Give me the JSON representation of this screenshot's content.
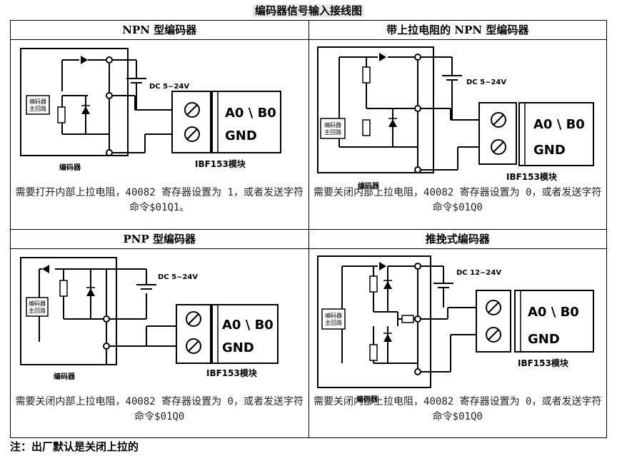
{
  "doc_title": "编码器信号输入接线图",
  "panels": [
    {
      "header": "NPN 型编码器",
      "supply": "DC 5~24V",
      "module_label": "IBF153模块",
      "encoder_label": "编码器",
      "circuit_label": "编码器主回路",
      "terminal_top": "A0 \\ B0",
      "terminal_bottom": "GND",
      "caption": "需要打开内部上拉电阻，40082 寄存器设置为 1，或者发送字符命令$01Q1。"
    },
    {
      "header": "带上拉电阻的 NPN 型编码器",
      "supply": "DC 5~24V",
      "module_label": "IBF153模块",
      "encoder_label": "编码器",
      "circuit_label": "编码器主回路",
      "terminal_top": "A0 \\ B0",
      "terminal_bottom": "GND",
      "caption": "需要关闭内部上拉电阻，40082 寄存器设置为 0，或者发送字符命令$01Q0"
    },
    {
      "header": "PNP 型编码器",
      "supply": "DC 5~24V",
      "module_label": "IBF153模块",
      "encoder_label": "编码器",
      "circuit_label": "编码器主回路",
      "terminal_top": "A0 \\ B0",
      "terminal_bottom": "GND",
      "caption": "需要关闭内部上拉电阻，40082 寄存器设置为 0，或者发送字符命令$01Q0"
    },
    {
      "header": "推挽式编码器",
      "supply": "DC 12~24V",
      "module_label": "IBF153模块",
      "encoder_label": "编码器",
      "circuit_label": "编码器主回路",
      "terminal_top": "A0 \\ B0",
      "terminal_bottom": "GND",
      "caption": "需要关闭内部上拉电阻，40082 寄存器设置为 0，或者发送字符命令$01Q0"
    }
  ],
  "note": "注：出厂默认是关闭上拉的"
}
